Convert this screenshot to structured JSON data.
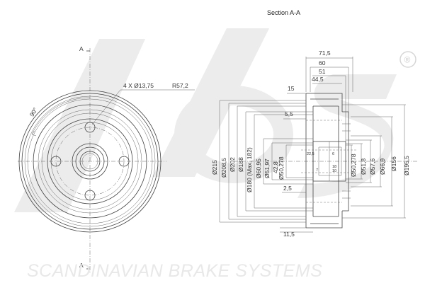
{
  "section_title": "Section A-A",
  "section_marker": "A",
  "angle_label": "90°",
  "bolt_pattern": "4 X Ø13,75",
  "bolt_radius": "R57,2",
  "footer_brand": "SCANDINAVIAN BRAKE SYSTEMS",
  "logo_text": "sbs",
  "trademark": "®",
  "dimensions": {
    "d215": "Ø215",
    "d208_5": "Ø208,5",
    "d202": "Ø202",
    "d188": "Ø188",
    "d180": "Ø180 (Max. 182)",
    "d60_95": "Ø60,95",
    "d51_97": "Ø51,97",
    "d50_278_left": "Ø50,278",
    "d50_278_right": "Ø50,278",
    "d51_8": "Ø51,8",
    "d57_6": "Ø57,6",
    "d66_9": "Ø66,9",
    "d156": "Ø156",
    "d195_5": "Ø195,5",
    "h42_8": "42,8",
    "w71_5": "71,5",
    "w60": "60",
    "w51": "51",
    "w44_5": "44,5",
    "w15": "15",
    "w5_5": "5,5",
    "w2_5": "2,5",
    "w11_5": "11,5",
    "w22_5": "22,5",
    "w7": "7",
    "w6": "6",
    "w18": "18",
    "w10": "10"
  },
  "colors": {
    "line": "#444444",
    "logo": "#e6e6e6",
    "background": "#ffffff"
  }
}
